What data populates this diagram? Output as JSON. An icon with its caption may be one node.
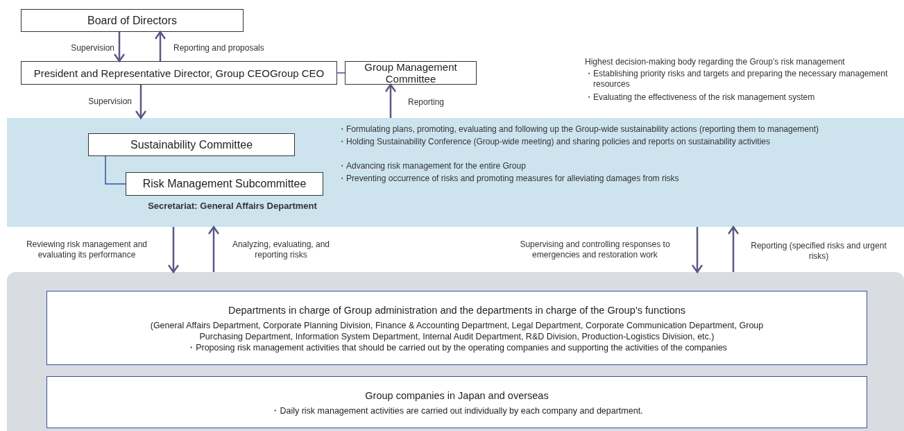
{
  "diagram": {
    "nodes": [
      {
        "text": [
          "Board of Directors"
        ]
      },
      {
        "text": [
          "President and Representative Director, Group CEOGroup CEO"
        ]
      },
      {
        "text": [
          "Group Management Committee"
        ],
        "beside": [
          "Highest decision-making body regarding the Group’s risk management",
          "・Establishing priority risks and targets and preparing the necessary management resources",
          "・Evaluating the effectiveness of the risk management system"
        ]
      },
      {
        "text": [],
        "shape": "box"
      },
      {
        "text": [
          "Sustainability Committee"
        ],
        "in": 3,
        "beside": [
          "・Formulating plans, promoting, evaluating and following up the Group-wide sustainability actions (reporting them to management)",
          "・Holding Sustainability Conference (Group-wide meeting) and sharing policies and reports on sustainability activities"
        ]
      },
      {
        "text": [
          "Risk Management Subcommittee"
        ],
        "in": 3,
        "beside": [
          "Secretariat: General Affairs Department",
          "・Advancing risk management for the entire Group",
          "・Preventing occurrence of risks and promoting measures for alleviating damages from risks"
        ]
      },
      {
        "text": [],
        "shape": "box"
      },
      {
        "text": [
          "Departments in charge of Group administration and the departments in charge of the Group’s functions",
          "(General Affairs Department, Corporate Planning Division, Finance & Accounting Department, Legal Department, Corporate Communication Department, Group Purchasing Department, Information System Department, Internal Audit Department, R&D Division, Production-Logistics Division, etc.)",
          "・Proposing risk management activities that should be carried out by the operating companies and supporting the activities of the companies"
        ],
        "in": 6
      },
      {
        "text": [
          "Group companies in Japan and overseas",
          "・Daily risk management activities are carried out individually by each company and department."
        ],
        "in": 6
      }
    ],
    "edges": [
      {
        "from": 0,
        "to": 1,
        "arrow": "to",
        "label": "Supervision"
      },
      {
        "from": 1,
        "to": 0,
        "arrow": "to",
        "label": "Reporting and proposals"
      },
      {
        "from": 1,
        "to": 2,
        "arrow": "none",
        "color": "#3a4f9e"
      },
      {
        "from": 1,
        "to": 3,
        "arrow": "to",
        "label": "Supervision"
      },
      {
        "from": 3,
        "to": 2,
        "arrow": "to",
        "label": "Reporting"
      },
      {
        "from": 4,
        "to": 5,
        "arrow": "none",
        "color": "#3a4f9e"
      },
      {
        "from": 3,
        "to": 6,
        "arrow": "to",
        "label": "Reviewing risk management and evaluating its performance"
      },
      {
        "from": 6,
        "to": 3,
        "arrow": "to",
        "label": "Analyzing, evaluating, and reporting risks"
      },
      {
        "from": 3,
        "to": 6,
        "arrow": "to",
        "label": "Supervising and controlling responses to emergencies and restoration work"
      },
      {
        "from": 6,
        "to": 3,
        "arrow": "to",
        "label": "Reporting (specified risks and urgent risks)"
      }
    ]
  }
}
